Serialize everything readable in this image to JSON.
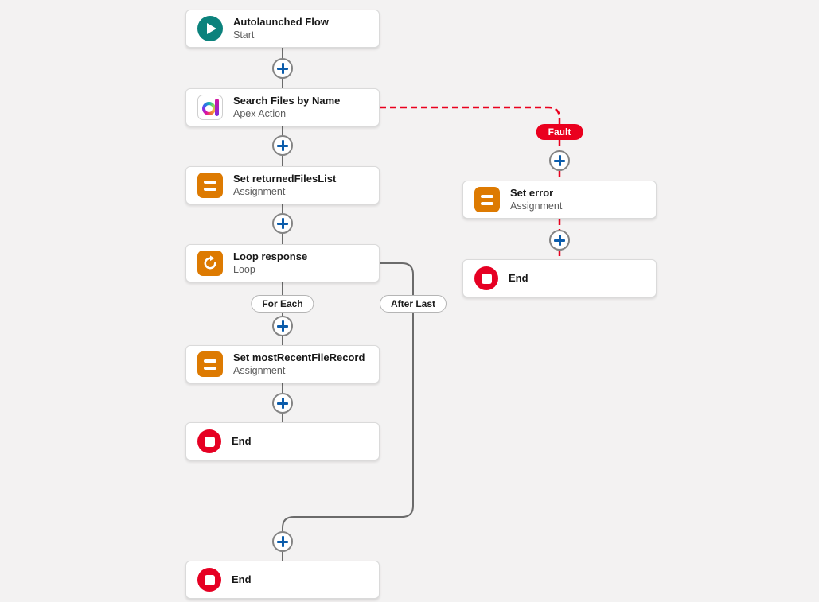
{
  "colors": {
    "background": "#f3f2f2",
    "connector_gray": "#6b6b6b",
    "fault_red": "#ea001e",
    "plus_blue": "#0b5cab",
    "start_teal": "#0b827c",
    "assignment_orange": "#dd7a01",
    "end_red": "#e60023"
  },
  "nodes": {
    "start": {
      "title": "Autolaunched Flow",
      "subtitle": "Start"
    },
    "apex_action": {
      "title": "Search Files by Name",
      "subtitle": "Apex Action"
    },
    "set_returned_files_list": {
      "title": "Set returnedFilesList",
      "subtitle": "Assignment"
    },
    "loop_response": {
      "title": "Loop response",
      "subtitle": "Loop"
    },
    "set_most_recent_file_record": {
      "title": "Set mostRecentFileRecord",
      "subtitle": "Assignment"
    },
    "end_for_each": {
      "title": "End"
    },
    "end_after_last": {
      "title": "End"
    },
    "set_error": {
      "title": "Set error",
      "subtitle": "Assignment"
    },
    "end_fault": {
      "title": "End"
    }
  },
  "connector_labels": {
    "for_each": "For Each",
    "after_last": "After Last",
    "fault": "Fault"
  }
}
